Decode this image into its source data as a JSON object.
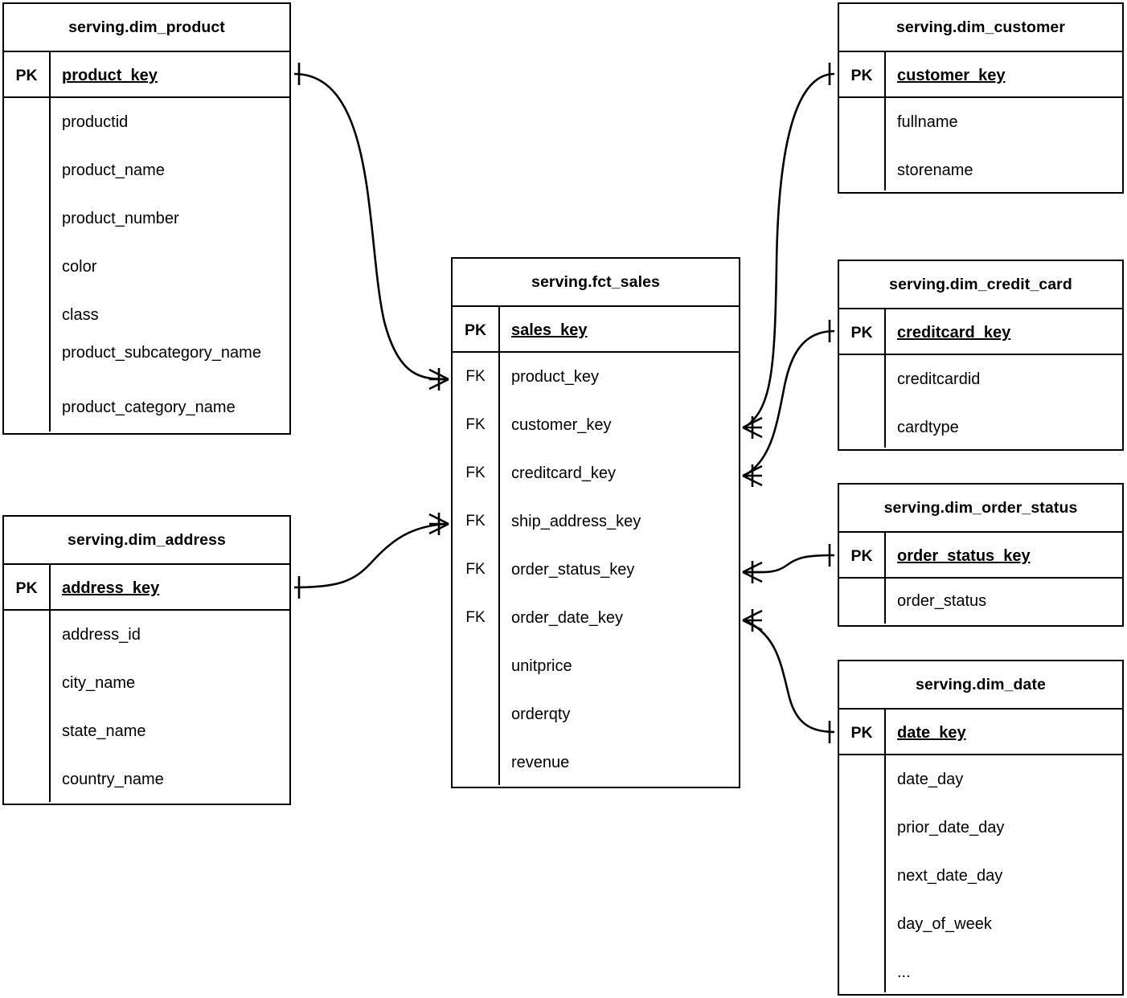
{
  "diagram": {
    "type": "entity-relationship-diagram",
    "notation": "crows-foot",
    "background_color": "#ffffff",
    "line_color": "#000000",
    "text_color": "#000000"
  },
  "entities": [
    {
      "id": "dim_product",
      "title": "serving.dim_product",
      "primary_key": {
        "key_label": "PK",
        "name": "product_key"
      },
      "attributes": [
        {
          "key_label": "",
          "name": "productid"
        },
        {
          "key_label": "",
          "name": "product_name"
        },
        {
          "key_label": "",
          "name": "product_number"
        },
        {
          "key_label": "",
          "name": "color"
        },
        {
          "key_label": "",
          "name": "class"
        },
        {
          "key_label": "",
          "name": "product_subcategory_name"
        },
        {
          "key_label": "",
          "name": "product_category_name"
        }
      ]
    },
    {
      "id": "dim_address",
      "title": "serving.dim_address",
      "primary_key": {
        "key_label": "PK",
        "name": "address_key"
      },
      "attributes": [
        {
          "key_label": "",
          "name": "address_id"
        },
        {
          "key_label": "",
          "name": "city_name"
        },
        {
          "key_label": "",
          "name": "state_name"
        },
        {
          "key_label": "",
          "name": "country_name"
        }
      ]
    },
    {
      "id": "fct_sales",
      "title": "serving.fct_sales",
      "primary_key": {
        "key_label": "PK",
        "name": "sales_key"
      },
      "attributes": [
        {
          "key_label": "FK",
          "name": "product_key"
        },
        {
          "key_label": "FK",
          "name": "customer_key"
        },
        {
          "key_label": "FK",
          "name": "creditcard_key"
        },
        {
          "key_label": "FK",
          "name": "ship_address_key"
        },
        {
          "key_label": "FK",
          "name": "order_status_key"
        },
        {
          "key_label": "FK",
          "name": "order_date_key"
        },
        {
          "key_label": "",
          "name": "unitprice"
        },
        {
          "key_label": "",
          "name": "orderqty"
        },
        {
          "key_label": "",
          "name": "revenue"
        }
      ]
    },
    {
      "id": "dim_customer",
      "title": "serving.dim_customer",
      "primary_key": {
        "key_label": "PK",
        "name": "customer_key"
      },
      "attributes": [
        {
          "key_label": "",
          "name": "fullname"
        },
        {
          "key_label": "",
          "name": "storename"
        }
      ]
    },
    {
      "id": "dim_credit_card",
      "title": "serving.dim_credit_card",
      "primary_key": {
        "key_label": "PK",
        "name": "creditcard_key"
      },
      "attributes": [
        {
          "key_label": "",
          "name": "creditcardid"
        },
        {
          "key_label": "",
          "name": "cardtype"
        }
      ]
    },
    {
      "id": "dim_order_status",
      "title": "serving.dim_order_status",
      "primary_key": {
        "key_label": "PK",
        "name": "order_status_key"
      },
      "attributes": [
        {
          "key_label": "",
          "name": "order_status"
        }
      ]
    },
    {
      "id": "dim_date",
      "title": "serving.dim_date",
      "primary_key": {
        "key_label": "PK",
        "name": "date_key"
      },
      "attributes": [
        {
          "key_label": "",
          "name": "date_day"
        },
        {
          "key_label": "",
          "name": "prior_date_day"
        },
        {
          "key_label": "",
          "name": "next_date_day"
        },
        {
          "key_label": "",
          "name": "day_of_week"
        },
        {
          "key_label": "",
          "name": "..."
        }
      ]
    }
  ],
  "relationships": [
    {
      "id": "rel-product",
      "from_entity": "dim_product",
      "from_field": "product_key",
      "to_entity": "fct_sales",
      "to_field": "product_key",
      "from_cardinality": "one",
      "to_cardinality": "many"
    },
    {
      "id": "rel-address",
      "from_entity": "dim_address",
      "from_field": "address_key",
      "to_entity": "fct_sales",
      "to_field": "ship_address_key",
      "from_cardinality": "one",
      "to_cardinality": "many"
    },
    {
      "id": "rel-customer",
      "from_entity": "dim_customer",
      "from_field": "customer_key",
      "to_entity": "fct_sales",
      "to_field": "customer_key",
      "from_cardinality": "one",
      "to_cardinality": "many"
    },
    {
      "id": "rel-creditcard",
      "from_entity": "dim_credit_card",
      "from_field": "creditcard_key",
      "to_entity": "fct_sales",
      "to_field": "creditcard_key",
      "from_cardinality": "one",
      "to_cardinality": "many"
    },
    {
      "id": "rel-order-status",
      "from_entity": "dim_order_status",
      "from_field": "order_status_key",
      "to_entity": "fct_sales",
      "to_field": "order_status_key",
      "from_cardinality": "one",
      "to_cardinality": "many"
    },
    {
      "id": "rel-date",
      "from_entity": "dim_date",
      "from_field": "date_key",
      "to_entity": "fct_sales",
      "to_field": "order_date_key",
      "from_cardinality": "one",
      "to_cardinality": "many"
    }
  ]
}
